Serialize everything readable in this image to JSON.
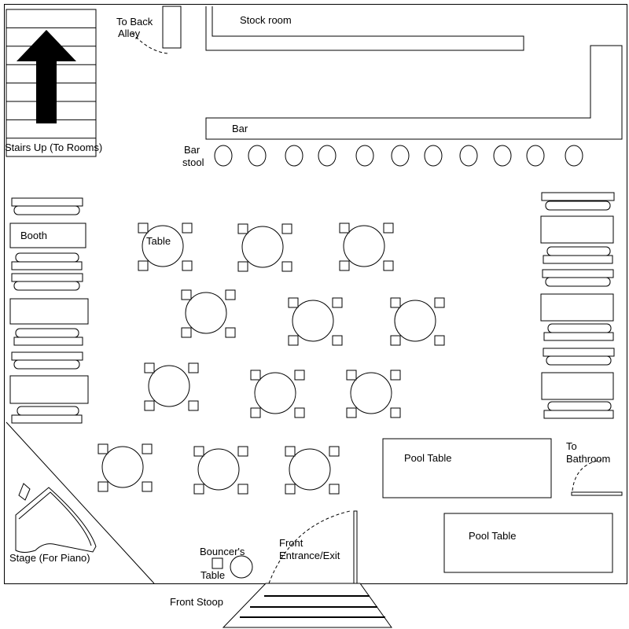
{
  "labels": {
    "back_alley_line1": "To Back",
    "back_alley_line2": "Alley",
    "stock_room": "Stock room",
    "bar": "Bar",
    "bar_stool_line1": "Bar",
    "bar_stool_line2": "stool",
    "stairs": "Stairs Up (To Rooms)",
    "booth": "Booth",
    "table": "Table",
    "pool_table_1": "Pool Table",
    "pool_table_2": "Pool Table",
    "bathroom_line1": "To",
    "bathroom_line2": "Bathroom",
    "stage": "Stage (For Piano)",
    "bouncer_line1": "Bouncer's",
    "bouncer_line2": "Table",
    "entrance_line1": "Front",
    "entrance_line2": "Entrance/Exit",
    "front_stoop": "Front Stoop"
  },
  "icons": {
    "stairs_arrow": "up-arrow-icon",
    "piano": "grand-piano-icon"
  },
  "colors": {
    "line": "#000000",
    "background": "#ffffff"
  }
}
